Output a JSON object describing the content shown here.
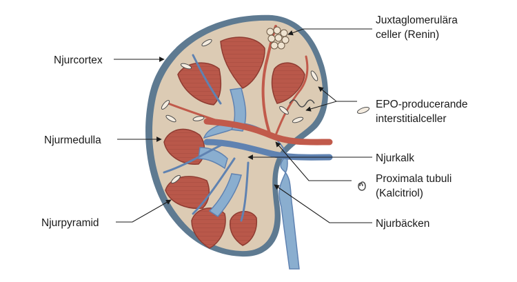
{
  "labels": {
    "cortex": "Njurcortex",
    "medulla": "Njurmedulla",
    "pyramid": "Njurpyramid",
    "juxta_line1": "Juxtaglomerulära",
    "juxta_line2": "celler (Renin)",
    "epo_line1": "EPO-producerande",
    "epo_line2": "interstitialceller",
    "calyx": "Njurkalk",
    "tubuli_line1": "Proximala tubuli",
    "tubuli_line2": "(Kalcitriol)",
    "pelvis": "Njurbäcken"
  },
  "colors": {
    "capsule": "#5e7a91",
    "cortex_fill": "#dccbb4",
    "pyramid": "#b9584a",
    "pyramid_dark": "#8e3b31",
    "calyx_blue": "#8aaecf",
    "vessel_red": "#c15a4b",
    "vessel_blue": "#5f82b1"
  }
}
